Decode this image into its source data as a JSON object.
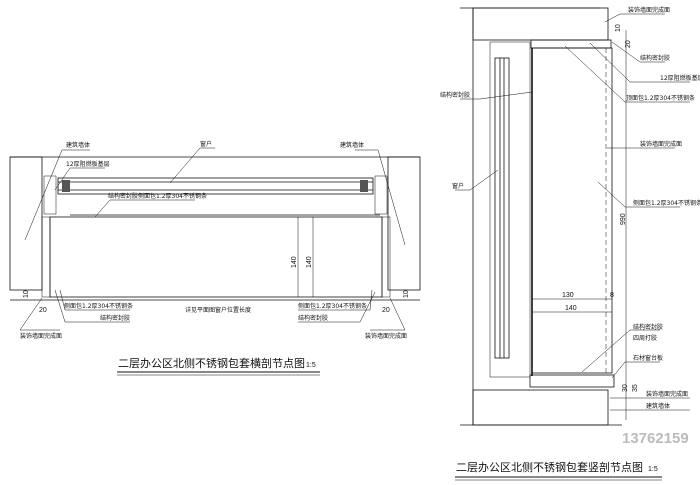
{
  "horizontal_section": {
    "title": "二层办公区北侧不锈钢包套横剖节点图",
    "scale": "1:5",
    "labels": {
      "wall_left": "建筑墙体",
      "wall_right": "建筑墙体",
      "window": "窗户",
      "base_board": "12厚阻燃板基层",
      "top_face": "结构密封胶侧面包1.2厚304不锈钢条",
      "side_left": "侧面包1.2厚304不锈钢条",
      "side_right": "侧面包1.2厚304不锈钢条",
      "length_note": "详见平面图窗户位置长度",
      "sealant_left": "结构密封胶",
      "sealant_right": "结构密封胶",
      "finish_left": "装饰墙面完成面",
      "finish_right": "装饰墙面完成面"
    },
    "dims": {
      "left_w": "20",
      "right_w": "20",
      "left_h": "10",
      "right_h": "10",
      "depth_a": "140",
      "depth_b": "140"
    }
  },
  "vertical_section": {
    "title": "二层办公区北侧不锈钢包套竖剖节点图",
    "scale": "1:5",
    "labels": {
      "finish_top": "装饰墙面完成面",
      "sealant_top": "结构密封胶",
      "base_board": "12厚阻燃板基层",
      "top_face": "顶面包1.2厚304不锈钢条",
      "sealant_left": "结构密封胶",
      "finish_mid": "装饰墙面完成面",
      "window": "窗户",
      "side_face": "侧面包1.2厚304不锈钢条",
      "sealant_bottom": "结构密封胶",
      "perimeter_glue": "四周打胶",
      "stone_sill": "石材窗台板",
      "finish_bottom": "装饰墙面完成面",
      "wall": "建筑墙体"
    },
    "dims": {
      "top_10": "10",
      "top_20": "20",
      "height": "990",
      "d130": "130",
      "d140": "140",
      "d8": "8",
      "d30": "30",
      "d35": "35"
    }
  },
  "watermark": "13762159"
}
